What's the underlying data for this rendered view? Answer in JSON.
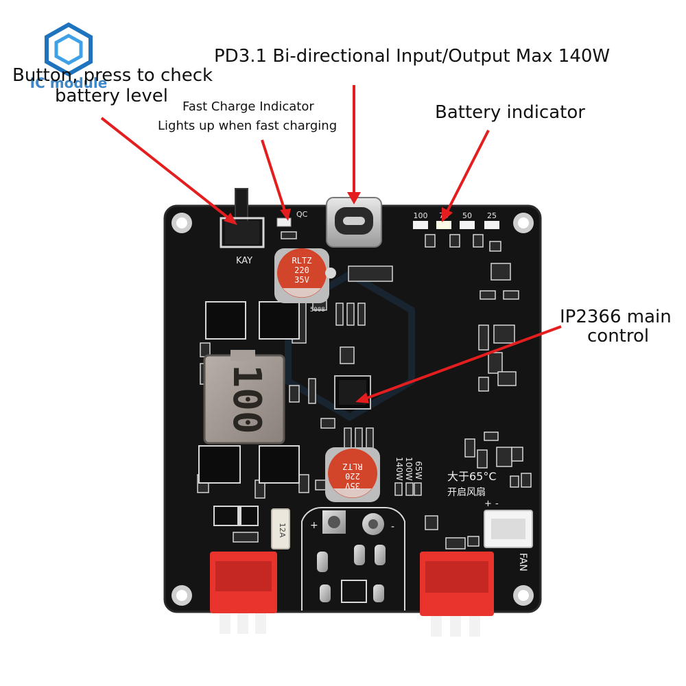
{
  "logo": {
    "text": "IC module"
  },
  "annotations": {
    "button_line1": "Button, press to check",
    "button_line2": "battery level",
    "fast_charge_line1": "Fast Charge Indicator",
    "fast_charge_line2": "Lights up when fast charging",
    "port": "PD3.1 Bi-directional Input/Output Max 140W",
    "battery_indicator": "Battery indicator",
    "main_control_line1": "IP2366 main",
    "main_control_line2": "control"
  },
  "board": {
    "button_label": "KAY",
    "fast_charge_led_label": "QC",
    "battery_levels": [
      "100",
      "75",
      "50",
      "25"
    ],
    "inductor_marking": "100",
    "capacitor_top": [
      "RLTZ",
      "220",
      "35V"
    ],
    "capacitor_bottom": [
      "35V",
      "220",
      "RLTZ"
    ],
    "power_options": [
      "65W",
      "100W",
      "140W"
    ],
    "fan_note_line1": "大于65°C",
    "fan_note_line2": "开启风扇",
    "fan_label": "FAN",
    "fuse_label": "12A",
    "polarity_plus": "+",
    "polarity_minus": "-",
    "resistor_code": "5008"
  },
  "colors": {
    "pcb": "#141414",
    "arrow": "#e41e1e",
    "terminal": "#e8342c",
    "capacitor": "#d2452a",
    "logo_blue": "#1e73be"
  }
}
